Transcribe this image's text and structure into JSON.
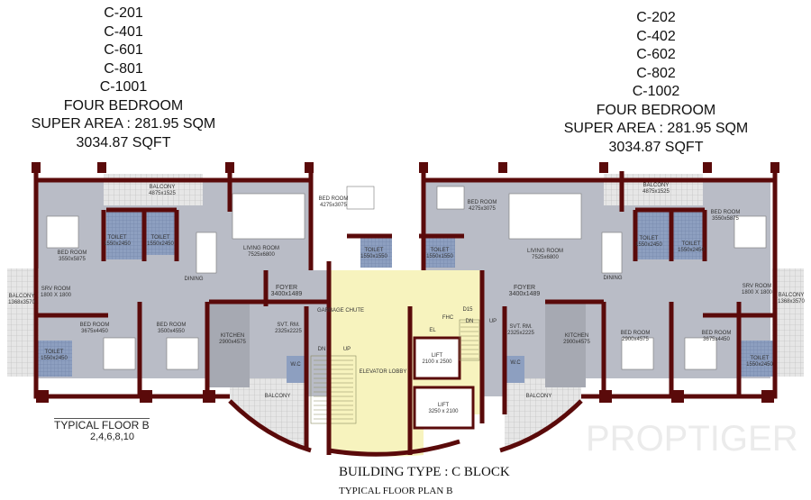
{
  "left_unit": {
    "unit_numbers": [
      "C-201",
      "C-401",
      "C-601",
      "C-801",
      "C-1001"
    ],
    "type": "FOUR BEDROOM",
    "super_area": "SUPER AREA : 281.95 SQM",
    "sqft": "3034.87 SQFT"
  },
  "right_unit": {
    "unit_numbers": [
      "C-202",
      "C-402",
      "C-602",
      "C-802",
      "C-1002"
    ],
    "type": "FOUR BEDROOM",
    "super_area": "SUPER AREA : 281.95 SQM",
    "sqft": "3034.87 SQFT"
  },
  "rooms_left": [
    {
      "name": "BALCONY",
      "size": "4875x1525"
    },
    {
      "name": "BED ROOM",
      "size": "3550x5875"
    },
    {
      "name": "TOILET",
      "size": "1550x2450"
    },
    {
      "name": "TOILET",
      "size": "1550x2450"
    },
    {
      "name": "LIVING ROOM",
      "size": "7525x6800"
    },
    {
      "name": "BED ROOM",
      "size": "4275x3075"
    },
    {
      "name": "TOILET",
      "size": "1550x1550"
    },
    {
      "name": "DINING",
      "size": ""
    },
    {
      "name": "FOYER",
      "size": "3400x1489"
    },
    {
      "name": "SRV ROOM",
      "size": "1800 X 1800"
    },
    {
      "name": "BALCONY",
      "size": "1368x3570"
    },
    {
      "name": "BED ROOM",
      "size": "3675x4450"
    },
    {
      "name": "BED ROOM",
      "size": "3500x4550"
    },
    {
      "name": "KITCHEN",
      "size": "2900x4575"
    },
    {
      "name": "SVT. RM.",
      "size": "2325x2225"
    },
    {
      "name": "W.C",
      "size": ""
    },
    {
      "name": "BALCONY",
      "size": ""
    },
    {
      "name": "TOILET",
      "size": "1550x2450"
    }
  ],
  "rooms_right": [
    {
      "name": "BED ROOM",
      "size": "4275x3075"
    },
    {
      "name": "LIVING ROOM",
      "size": "7525x6800"
    },
    {
      "name": "BALCONY",
      "size": "4875x1525"
    },
    {
      "name": "TOILET",
      "size": "1550x2450"
    },
    {
      "name": "TOILET",
      "size": "1550x2450"
    },
    {
      "name": "BED ROOM",
      "size": "3550x5875"
    },
    {
      "name": "DINING",
      "size": ""
    },
    {
      "name": "TOILET",
      "size": "1550x1550"
    },
    {
      "name": "FOYER",
      "size": "3400x1489"
    },
    {
      "name": "SRV ROOM",
      "size": "1800 X 1800"
    },
    {
      "name": "BALCONY",
      "size": "1368x3570"
    },
    {
      "name": "SVT. RM.",
      "size": "2325x2225"
    },
    {
      "name": "KITCHEN",
      "size": "2900x4575"
    },
    {
      "name": "BED ROOM",
      "size": "2900x4575"
    },
    {
      "name": "BED ROOM",
      "size": "3675x4450"
    },
    {
      "name": "W.C",
      "size": ""
    },
    {
      "name": "BALCONY",
      "size": ""
    },
    {
      "name": "TOILET",
      "size": "1550x2450"
    }
  ],
  "core": [
    {
      "name": "GARBAGE CHUTE",
      "size": ""
    },
    {
      "name": "ELEVATOR LOBBY",
      "size": ""
    },
    {
      "name": "DN",
      "size": ""
    },
    {
      "name": "UP",
      "size": ""
    },
    {
      "name": "LIFT",
      "size": "2100 x 2500"
    },
    {
      "name": "LIFT",
      "size": "3250 x 2100"
    },
    {
      "name": "D15",
      "size": ""
    },
    {
      "name": "FHC",
      "size": ""
    },
    {
      "name": "EL",
      "size": ""
    },
    {
      "name": "DN",
      "size": ""
    },
    {
      "name": "UP",
      "size": ""
    }
  ],
  "floor_label": {
    "title": "TYPICAL FLOOR B",
    "floors": "2,4,6,8,10"
  },
  "caption": {
    "building_type": "BUILDING TYPE : C BLOCK",
    "plan": "TYPICAL FLOOR PLAN B"
  },
  "watermark": "PROPTIGER",
  "colors": {
    "wall": "#5a0a0a",
    "floor": "#b9bcc6",
    "core": "#f7f3be",
    "toilet": "#8d9fc0",
    "balcony": "#e3e3e3"
  }
}
